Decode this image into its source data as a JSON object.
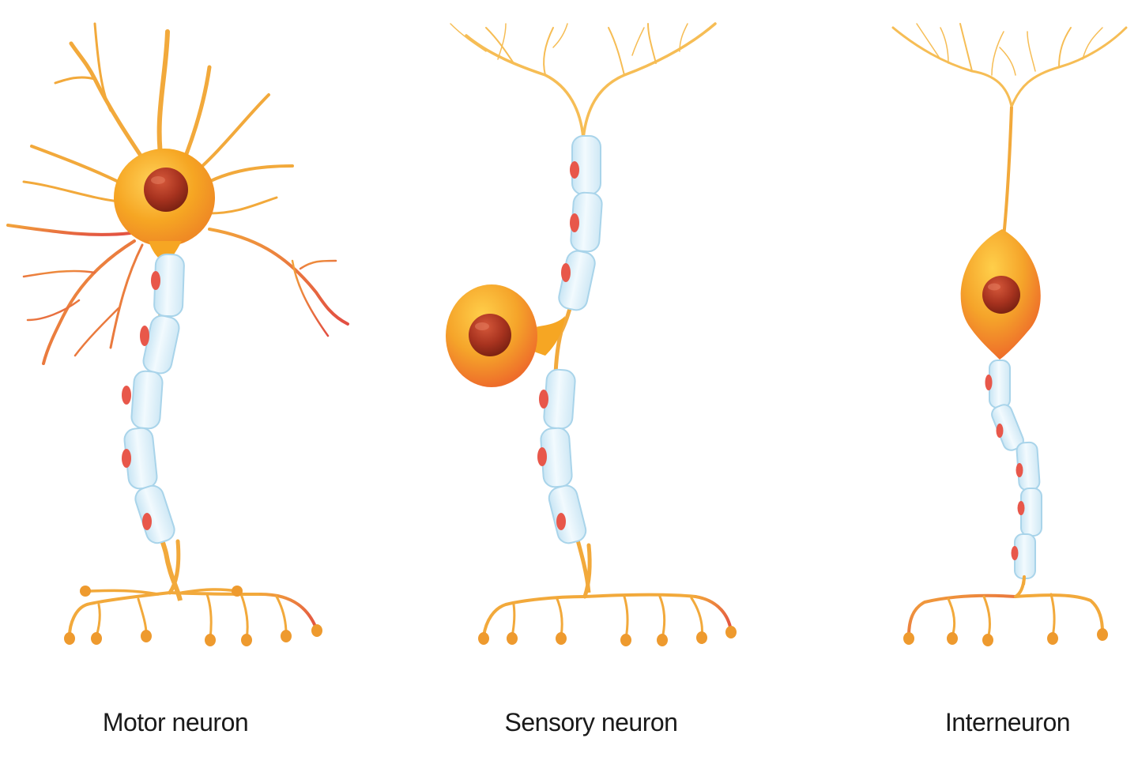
{
  "labels": {
    "motor": "Motor neuron",
    "sensory": "Sensory neuron",
    "inter": "Interneuron"
  },
  "colors": {
    "dendrite_dark": "#f2a93b",
    "dendrite_light": "#f7c46a",
    "dendrite_red": "#e8574a",
    "soma": "#f6a623",
    "soma_red": "#ef7a2a",
    "nucleus": "#a8331f",
    "myelin": "#dbeef8",
    "myelin_edge": "#a9d4ea",
    "node": "#e8574a",
    "terminal": "#ee9a2e"
  }
}
